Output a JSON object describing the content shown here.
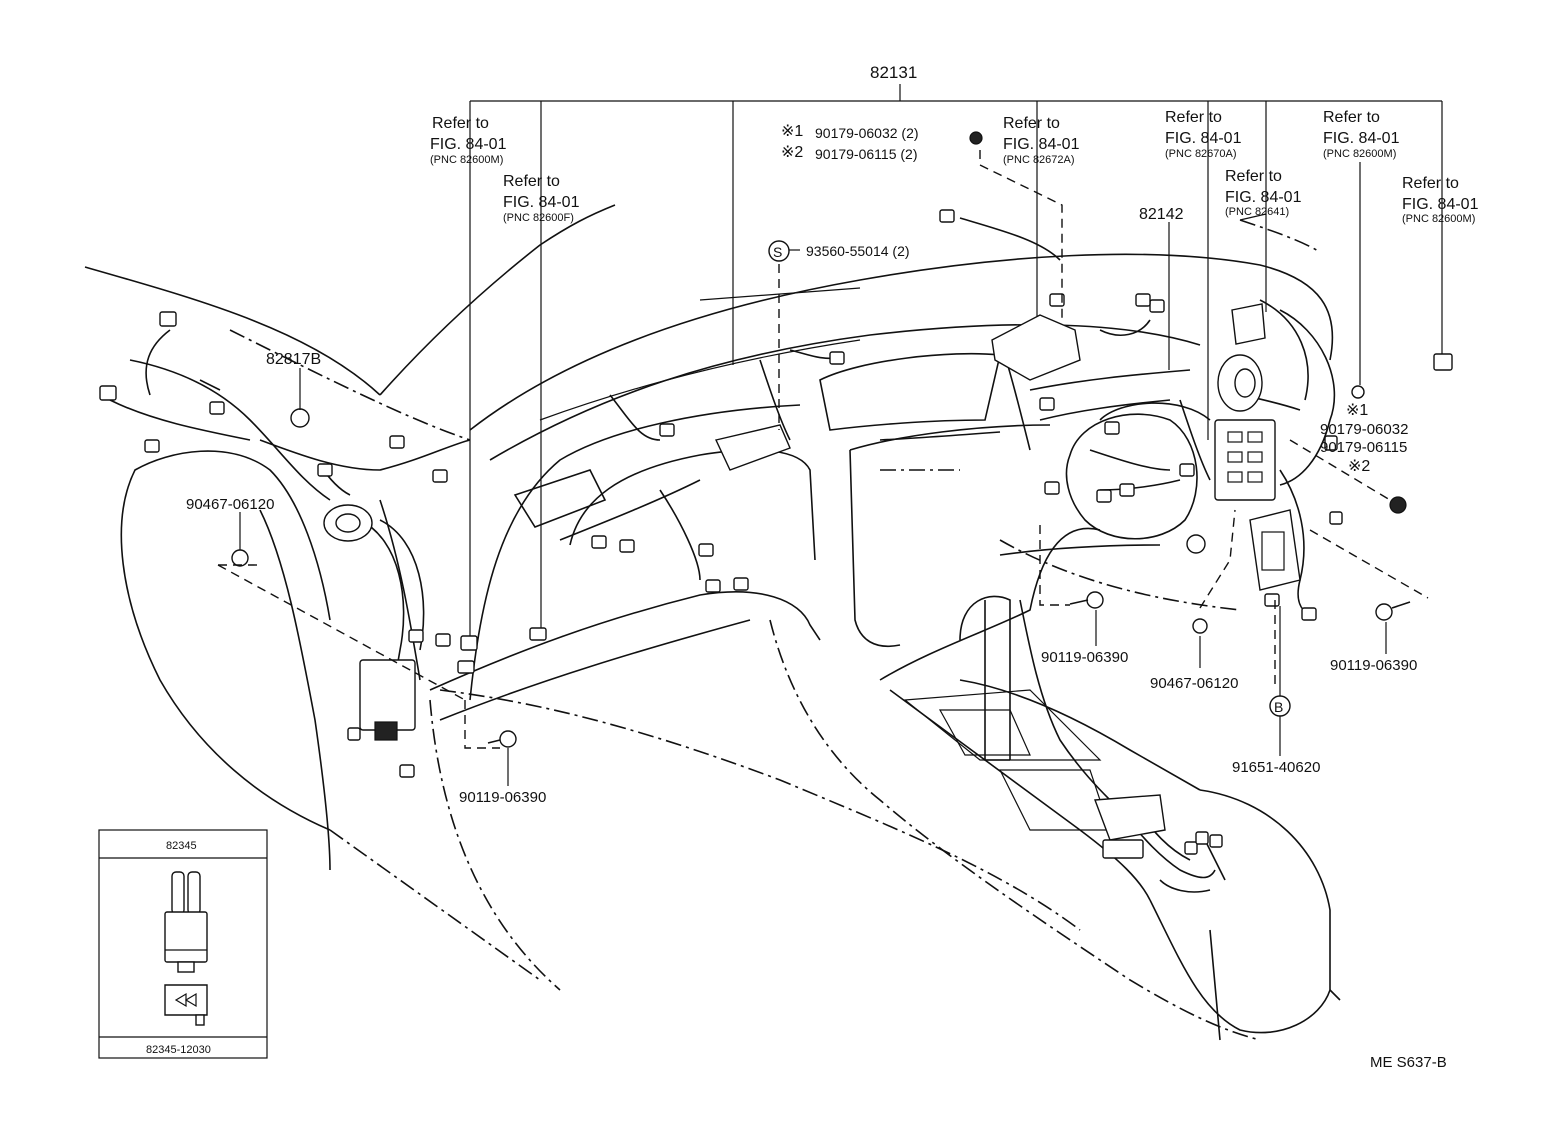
{
  "diagram": {
    "main_part": "82131",
    "refs": [
      {
        "line1": "Refer to",
        "line2": "FIG. 84-01",
        "line3": "(PNC 82600M)"
      },
      {
        "line1": "Refer to",
        "line2": "FIG. 84-01",
        "line3": "(PNC 82600F)"
      },
      {
        "line1": "Refer to",
        "line2": "FIG. 84-01",
        "line3": "(PNC 82672A)"
      },
      {
        "line1": "Refer to",
        "line2": "FIG. 84-01",
        "line3": "(PNC 82670A)"
      },
      {
        "line1": "Refer to",
        "line2": "FIG. 84-01",
        "line3": "(PNC 82641)"
      },
      {
        "line1": "Refer to",
        "line2": "FIG. 84-01",
        "line3": "(PNC 82600M)"
      },
      {
        "line1": "Refer to",
        "line2": "FIG. 84-01",
        "line3": "(PNC 82600M)"
      }
    ],
    "bolt_top": {
      "mark1": "※1",
      "part1": "90179-06032 (2)",
      "mark2": "※2",
      "part2": "90179-06115 (2)"
    },
    "clip_s": {
      "symbol": "S",
      "part": "93560-55014 (2)"
    },
    "part_82142": "82142",
    "part_82817B": "82817B",
    "part_90467_left": "90467-06120",
    "part_90467_right": "90467-06120",
    "bolt_right": {
      "mark1": "※1",
      "part1": "90179-06032",
      "part2": "90179-06115",
      "mark2": "※2"
    },
    "screw_left": "90119-06390",
    "screw_mid": "90119-06390",
    "screw_right": "90119-06390",
    "clip_b": {
      "symbol": "B",
      "part": "91651-40620"
    },
    "inset": {
      "top_label": "82345",
      "bottom_label": "82345-12030"
    },
    "code": "ME  S637-B"
  }
}
